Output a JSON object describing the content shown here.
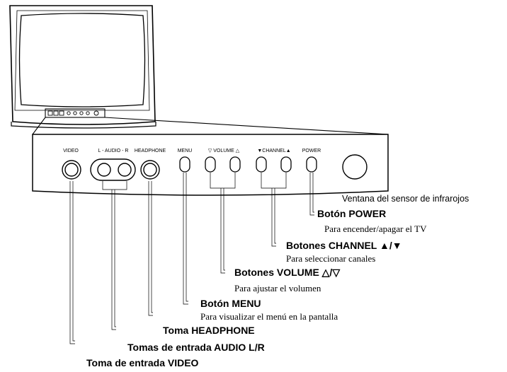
{
  "panel_labels": {
    "video": "VIDEO",
    "audio": "L - AUDIO - R",
    "headphone": "HEADPHONE",
    "menu": "MENU",
    "volume": "▽ VOLUME △",
    "channel": "▼CHANNEL▲",
    "power": "POWER"
  },
  "callouts": {
    "sensor": "Ventana del sensor de infrarojos",
    "power_title": "Botón POWER",
    "power_desc": "Para encender/apagar el TV",
    "channel_title": "Botones CHANNEL ▲/▼",
    "channel_desc": "Para seleccionar canales",
    "volume_title": "Botones VOLUME △/▽",
    "volume_desc": "Para ajustar el volumen",
    "menu_title": "Botón MENU",
    "menu_desc": "Para visualizar el menú en la pantalla",
    "headphone_title": "Toma HEADPHONE",
    "audio_title": "Tomas de entrada AUDIO L/R",
    "video_title": "Toma de entrada VIDEO"
  }
}
